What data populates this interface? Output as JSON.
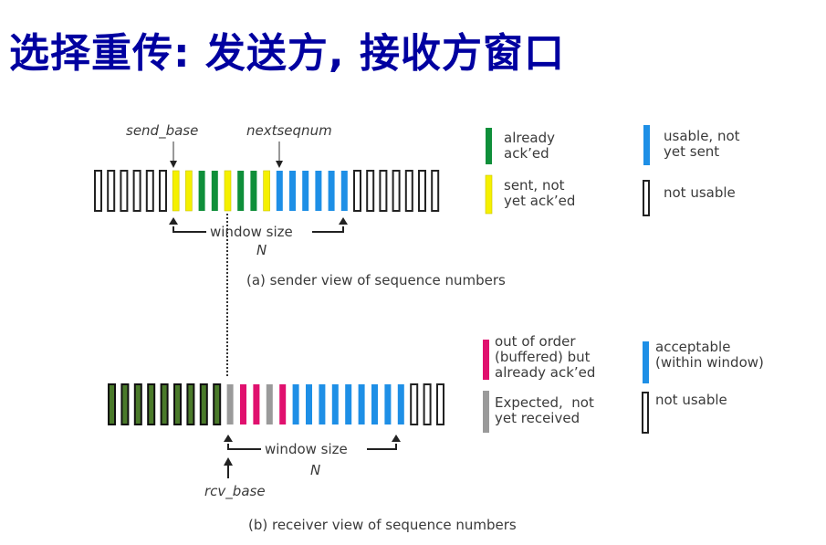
{
  "title": "选择重传: 发送方, 接收方窗口",
  "colors": {
    "acked": "#0f8f3a",
    "sent_not_acked": "#f5f000",
    "usable": "#1e8fe6",
    "not_usable_border": "#222222",
    "rcv_acked": "#4a7a2a",
    "out_of_order": "#e0106e",
    "expected": "#9a9a9a",
    "title": "#0000a0"
  },
  "sender": {
    "bars": [
      "empty",
      "empty",
      "empty",
      "empty",
      "empty",
      "empty",
      "sent_not_acked",
      "sent_not_acked",
      "acked",
      "acked",
      "sent_not_acked",
      "acked",
      "acked",
      "sent_not_acked",
      "usable",
      "usable",
      "usable",
      "usable",
      "usable",
      "usable",
      "empty",
      "empty",
      "empty",
      "empty",
      "empty",
      "empty",
      "empty"
    ],
    "send_base_label": "send_base",
    "nextseqnum_label": "nextseqnum",
    "window_label": "window size",
    "n_label": "N",
    "caption": "(a) sender view of sequence numbers",
    "legend": [
      {
        "key": "acked",
        "text": "already\nack’ed"
      },
      {
        "key": "sent_not_acked",
        "text": "sent, not\nyet ack’ed"
      },
      {
        "key": "usable",
        "text": "usable, not\nyet sent"
      },
      {
        "key": "empty",
        "text": "not usable"
      }
    ]
  },
  "receiver": {
    "bars": [
      "rcv_acked",
      "rcv_acked",
      "rcv_acked",
      "rcv_acked",
      "rcv_acked",
      "rcv_acked",
      "rcv_acked",
      "rcv_acked",
      "rcv_acked",
      "expected",
      "out_of_order",
      "out_of_order",
      "expected",
      "out_of_order",
      "usable",
      "usable",
      "usable",
      "usable",
      "usable",
      "usable",
      "usable",
      "usable",
      "usable",
      "empty",
      "empty",
      "empty"
    ],
    "rcv_base_label": "rcv_base",
    "window_label": "window size",
    "n_label": "N",
    "caption": "(b) receiver view of sequence numbers",
    "legend": [
      {
        "key": "out_of_order",
        "text": "out of order\n(buffered) but\nalready ack’ed"
      },
      {
        "key": "expected",
        "text": "Expected,  not\nyet received"
      },
      {
        "key": "usable",
        "text": "acceptable\n(within window)"
      },
      {
        "key": "empty",
        "text": "not usable"
      }
    ]
  }
}
